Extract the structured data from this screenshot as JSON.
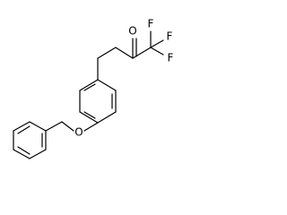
{
  "atoms": {
    "fluorine_top": "F",
    "fluorine_right_upper": "F",
    "fluorine_right_lower": "F",
    "carbonyl_oxygen": "O",
    "ether_oxygen": "O"
  },
  "colors": {
    "bond": "#000000",
    "background": "#ffffff"
  }
}
